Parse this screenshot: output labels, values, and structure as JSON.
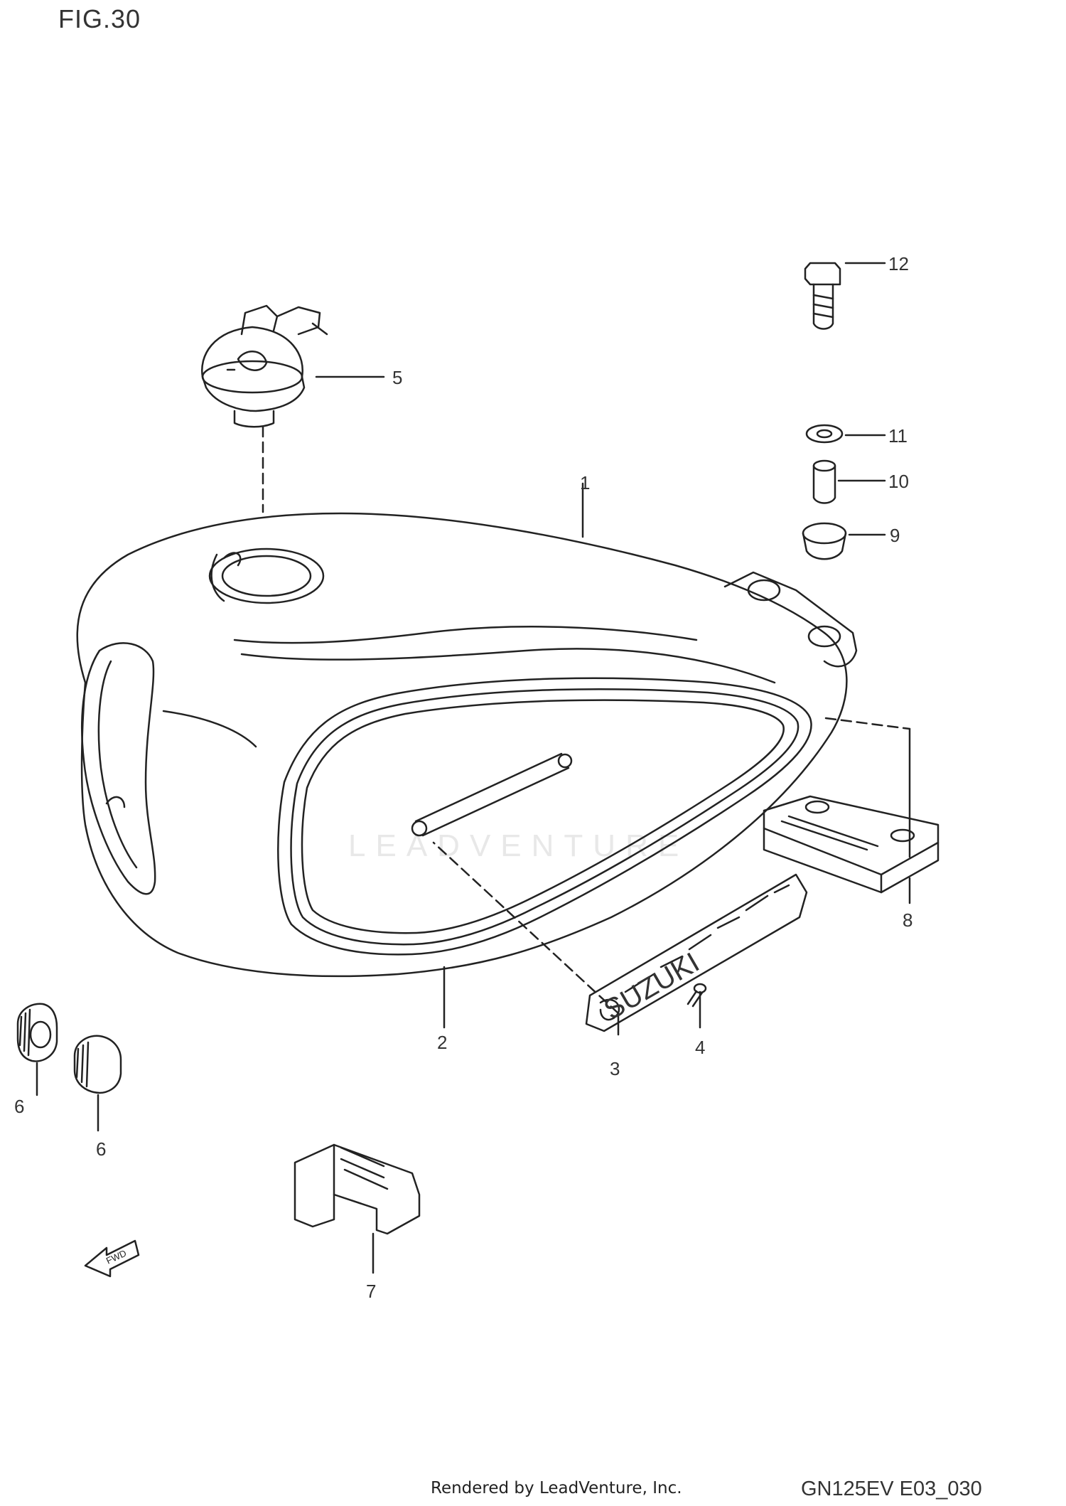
{
  "figure": {
    "title": "FIG.30",
    "model_code": "GN125EV E03_030",
    "rendered_by": "Rendered by LeadVenture, Inc.",
    "watermark": "LEADVENTURE"
  },
  "callouts": [
    {
      "id": "1",
      "label": "1"
    },
    {
      "id": "2",
      "label": "2"
    },
    {
      "id": "3",
      "label": "3"
    },
    {
      "id": "4",
      "label": "4"
    },
    {
      "id": "5",
      "label": "5"
    },
    {
      "id": "6a",
      "label": "6"
    },
    {
      "id": "6b",
      "label": "6"
    },
    {
      "id": "7",
      "label": "7"
    },
    {
      "id": "8",
      "label": "8"
    },
    {
      "id": "9",
      "label": "9"
    },
    {
      "id": "10",
      "label": "10"
    },
    {
      "id": "11",
      "label": "11"
    },
    {
      "id": "12",
      "label": "12"
    }
  ],
  "fwd_arrow_label": "FWD",
  "emblem_text": "SUZUKI"
}
